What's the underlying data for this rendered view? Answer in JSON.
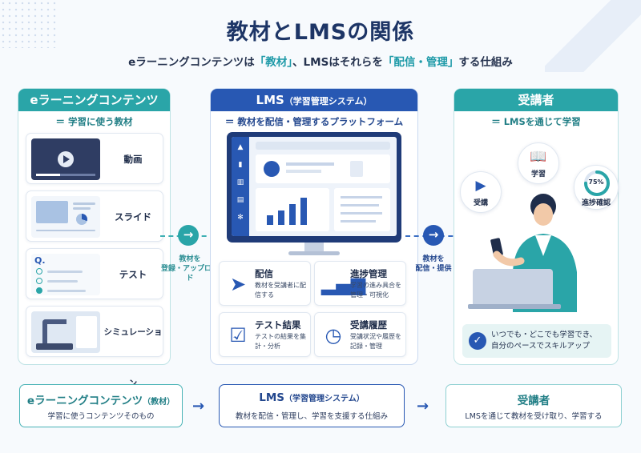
{
  "title": "教材とLMSの関係",
  "subtitle": {
    "pre": "eラーニングコンテンツは",
    "hl1": "「教材」",
    "mid": "、LMSはそれらを",
    "hl2": "「配信・管理」",
    "post": "する仕組み"
  },
  "left_panel": {
    "header": "eラーニングコンテンツ",
    "subheader": "＝ 学習に使う教材",
    "items": [
      "動画",
      "スライド",
      "テスト",
      "シミュレーション"
    ],
    "test_q": "Q."
  },
  "connector_left": {
    "label_line1": "教材を",
    "label_line2": "登録・アップロード"
  },
  "mid_panel": {
    "header": "LMS",
    "header_small": "（学習管理システム）",
    "subheader": "＝ 教材を配信・管理するプラットフォーム",
    "features": [
      {
        "title": "配信",
        "desc": "教材を受講者に配信する",
        "icon": "paper-plane-icon"
      },
      {
        "title": "進捗管理",
        "desc": "学習の進み具合を管理・可視化",
        "icon": "bar-chart-icon"
      },
      {
        "title": "テスト結果",
        "desc": "テストの結果を集計・分析",
        "icon": "clipboard-check-icon"
      },
      {
        "title": "受講履歴",
        "desc": "受講状況や履歴を記録・管理",
        "icon": "history-clock-icon"
      }
    ]
  },
  "connector_right": {
    "label_line1": "教材を",
    "label_line2": "配信・提供"
  },
  "right_panel": {
    "header": "受講者",
    "subheader": "＝ LMSを通じて学習",
    "bubbles": [
      {
        "label": "受講",
        "icon": "play-icon"
      },
      {
        "label": "学習",
        "icon": "book-icon"
      },
      {
        "label": "進捗確認",
        "value": "75%",
        "progress": 0.75
      }
    ],
    "note_line1": "いつでも・どこでも学習でき、",
    "note_line2": "自分のペースでスキルアップ"
  },
  "bottom": [
    {
      "title": "eラーニングコンテンツ",
      "title_small": "（教材）",
      "desc": "学習に使うコンテンツそのもの"
    },
    {
      "title": "LMS",
      "title_small": "（学習管理システム）",
      "desc": "教材を配信・管理し、学習を支援する仕組み"
    },
    {
      "title": "受講者",
      "title_small": "",
      "desc": "LMSを通じて教材を受け取り、学習する"
    }
  ],
  "colors": {
    "teal": "#2aa5a8",
    "blue": "#2858b3",
    "navy": "#1d3566"
  }
}
